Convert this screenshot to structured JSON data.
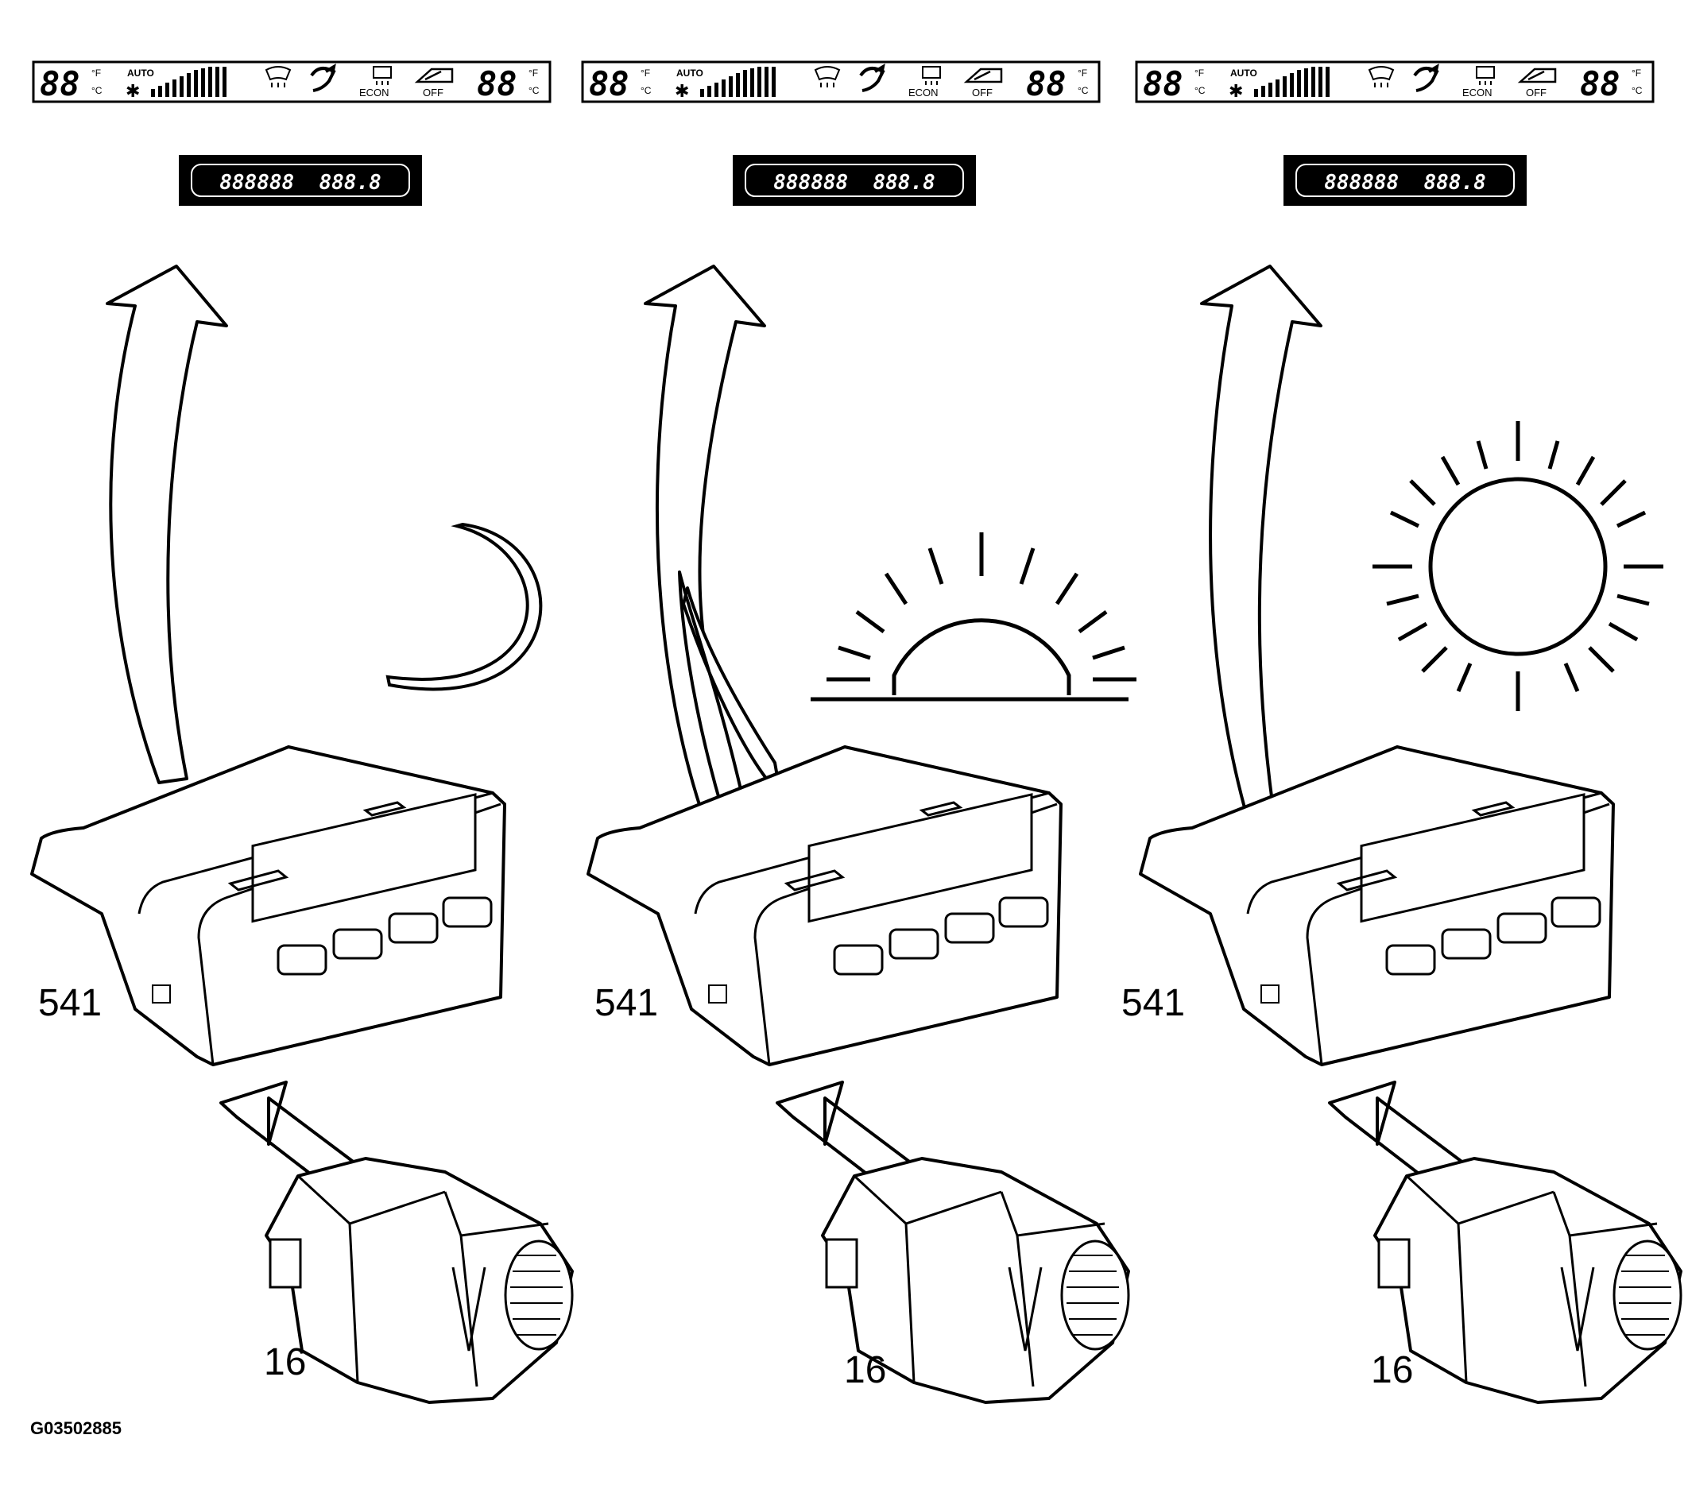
{
  "panels": [
    {
      "ac_display": {
        "left_temp": "88",
        "right_temp": "88",
        "unit_top": "°F",
        "unit_bottom": "°C",
        "auto_label": "AUTO",
        "econ_label": "ECON",
        "off_label": "OFF"
      },
      "info_display": "888888  888.8",
      "unit_label": "541",
      "sensor_label": "16",
      "light_icon": "moon-icon"
    },
    {
      "ac_display": {
        "left_temp": "88",
        "right_temp": "88",
        "unit_top": "°F",
        "unit_bottom": "°C",
        "auto_label": "AUTO",
        "econ_label": "ECON",
        "off_label": "OFF"
      },
      "info_display": "888888  888.8",
      "unit_label": "541",
      "sensor_label": "16",
      "light_icon": "sunrise-icon"
    },
    {
      "ac_display": {
        "left_temp": "88",
        "right_temp": "88",
        "unit_top": "°F",
        "unit_bottom": "°C",
        "auto_label": "AUTO",
        "econ_label": "ECON",
        "off_label": "OFF"
      },
      "info_display": "888888  888.8",
      "unit_label": "541",
      "sensor_label": "16",
      "light_icon": "sun-icon"
    }
  ],
  "figure_id": "G03502885"
}
